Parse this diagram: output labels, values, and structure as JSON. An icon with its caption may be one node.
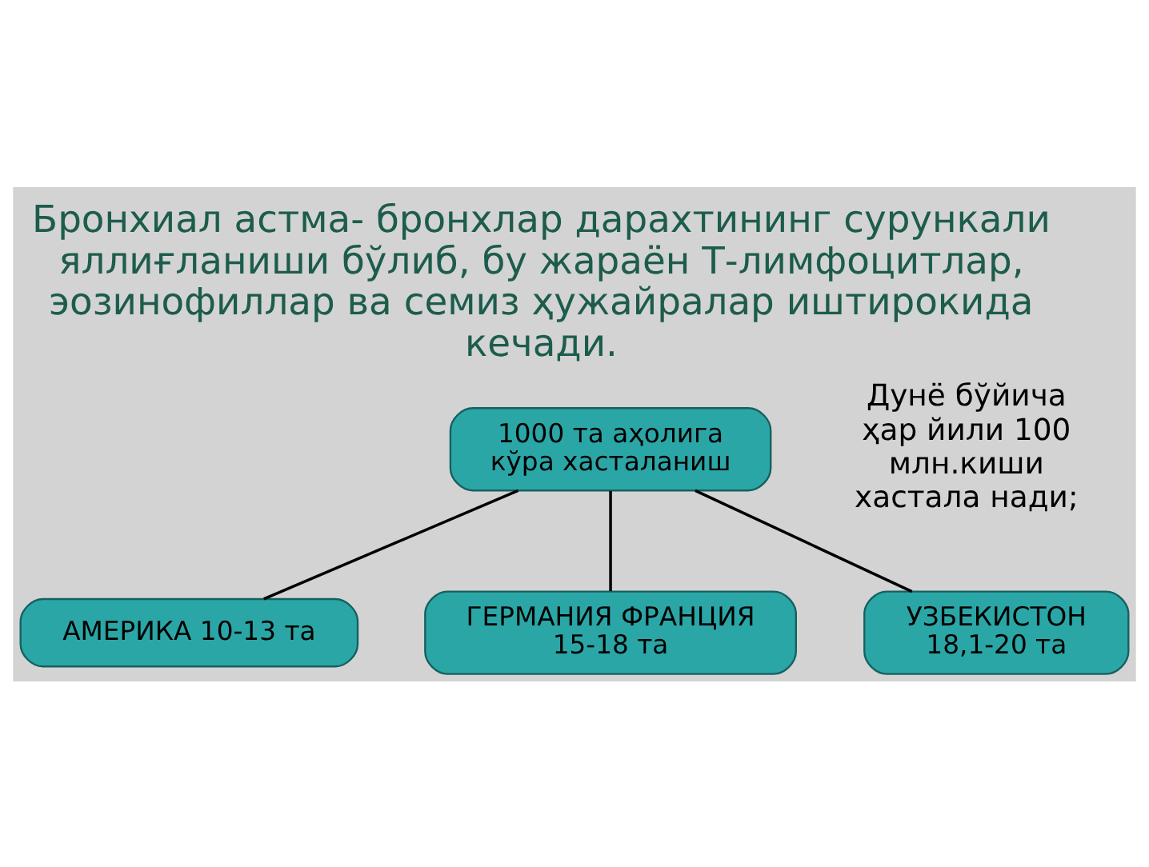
{
  "diagram": {
    "title": "Бронхиал астма- бронхлар дарахтининг сурункали яллиғланиши бўлиб, бу жараён Т-лимфоцитлар, эозинофиллар ва семиз ҳужайралар иштирокида кечади.",
    "nodes": [
      {
        "text": [
          "1000 та аҳолига кўра хасталаниш"
        ]
      },
      {
        "text": [
          "АМЕРИКА 10-13 та"
        ]
      },
      {
        "text": [
          "ГЕРМАНИЯ ФРАНЦИЯ 15-18 та"
        ]
      },
      {
        "text": [
          "УЗБЕКИСТОН 18,1-20 та"
        ]
      }
    ],
    "edges": [
      {
        "from": 0,
        "to": 1,
        "arrow": "none"
      },
      {
        "from": 0,
        "to": 2,
        "arrow": "none"
      },
      {
        "from": 0,
        "to": 3,
        "arrow": "none"
      }
    ],
    "labels": [
      "Дунё бўйича ҳар йили 100 млн.киши хастала нади;"
    ]
  }
}
